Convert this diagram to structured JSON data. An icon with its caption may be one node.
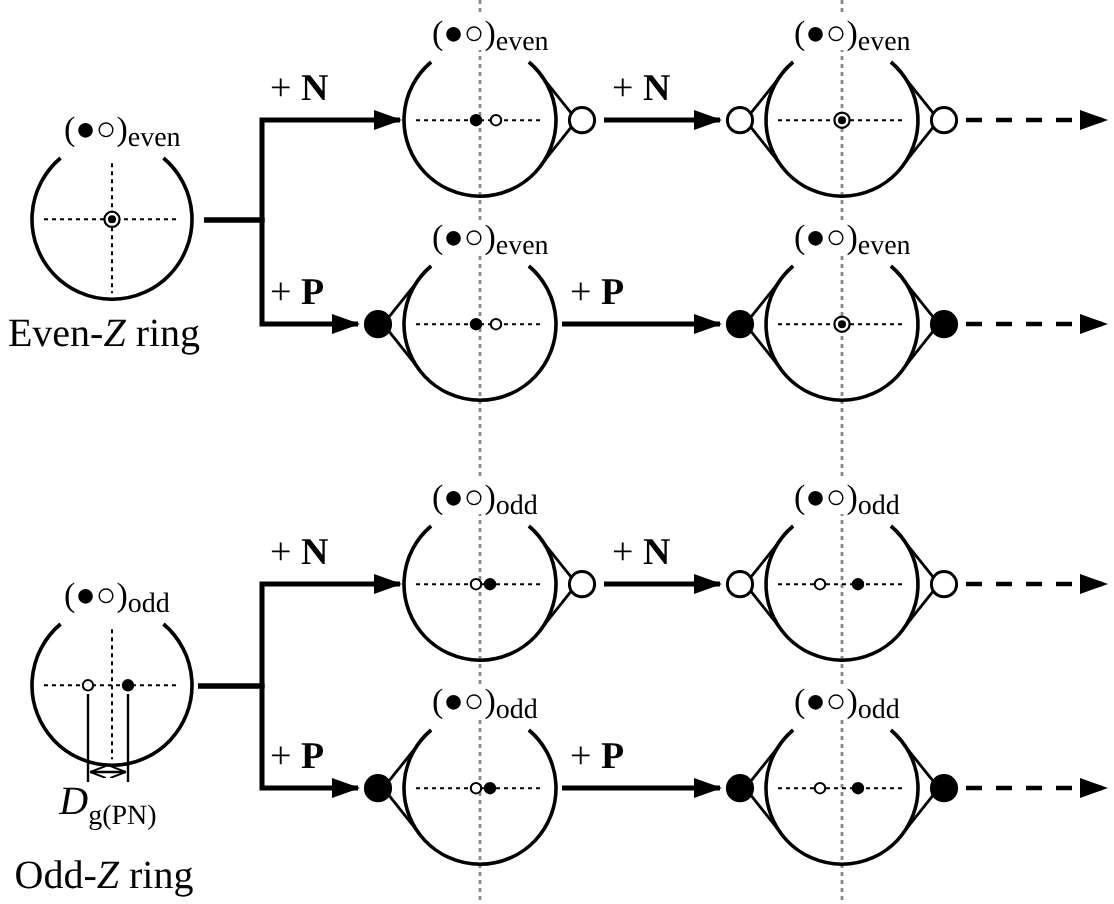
{
  "diagram": {
    "nodes": [
      {
        "text": [
          "(●○)$_{even}$"
        ],
        "beside": [
          "Even-*Z* ring"
        ]
      },
      {
        "text": [
          "(●○)$_{even}$"
        ]
      },
      {
        "text": [
          "(●○)$_{even}$"
        ]
      },
      {
        "text": [
          "(●○)$_{even}$"
        ]
      },
      {
        "text": [
          "(●○)$_{even}$"
        ]
      },
      {
        "text": [
          "(●○)$_{odd}$"
        ],
        "beside": [
          "Odd-*Z* ring"
        ]
      },
      {
        "text": [
          "(●○)$_{odd}$"
        ]
      },
      {
        "text": [
          "(●○)$_{odd}$"
        ]
      },
      {
        "text": [
          "(●○)$_{odd}$"
        ]
      },
      {
        "text": [
          "(●○)$_{odd}$"
        ]
      }
    ],
    "edges": [
      {
        "from": 0,
        "to": 1,
        "arrow": "to",
        "label": "+ **N**"
      },
      {
        "from": 0,
        "to": 3,
        "arrow": "to",
        "label": "+ **P**"
      },
      {
        "from": 1,
        "to": 2,
        "arrow": "to",
        "label": "+ **N**"
      },
      {
        "from": 3,
        "to": 4,
        "arrow": "to",
        "label": "+ **P**"
      },
      {
        "from": 2,
        "to": null,
        "arrow": "to",
        "style": "dashed"
      },
      {
        "from": 4,
        "to": null,
        "arrow": "to",
        "style": "dashed"
      },
      {
        "from": 5,
        "to": 6,
        "arrow": "to",
        "label": "+ **N**"
      },
      {
        "from": 5,
        "to": 8,
        "arrow": "to",
        "label": "+ **P**"
      },
      {
        "from": 6,
        "to": 7,
        "arrow": "to",
        "label": "+ **N**"
      },
      {
        "from": 8,
        "to": 9,
        "arrow": "to",
        "label": "+ **P**"
      },
      {
        "from": 7,
        "to": null,
        "arrow": "to",
        "style": "dashed"
      },
      {
        "from": 9,
        "to": null,
        "arrow": "to",
        "style": "dashed"
      }
    ],
    "labels": [
      "*D*$_{g(PN)}$"
    ]
  }
}
